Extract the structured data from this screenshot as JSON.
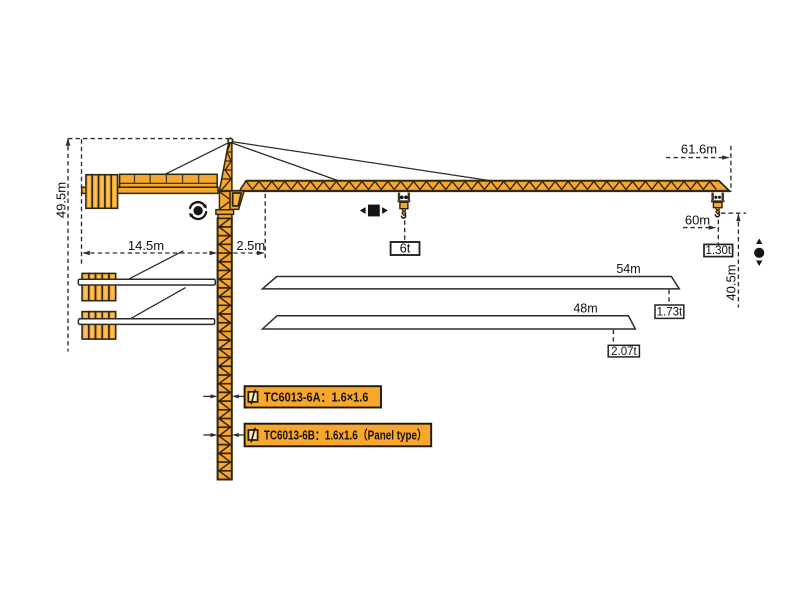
{
  "diagram": {
    "model_labels": {
      "mast_a": "TC6013-6A：1.6×1.6",
      "mast_b": "TC6013-6B：1.6x1.6（Panel type）"
    },
    "dimensions": {
      "total_height": "49.5m",
      "counter_jib_radius": "14.5m",
      "jib_root_offset": "2.5m",
      "max_radius": "61.6m",
      "radius_60": "60m",
      "hook_travel": "40.5m"
    },
    "capacities": {
      "max_load": "6t",
      "tip_load_61_6": "1.30t",
      "tip_load_54": "1.73t",
      "tip_load_48": "2.07t"
    },
    "jib_options": {
      "len_54": "54m",
      "len_48": "48m"
    },
    "colors": {
      "crane_orange": "#F7A72C",
      "outline_dark": "#2E2513",
      "dimension_line": "#2D2D2D"
    }
  }
}
